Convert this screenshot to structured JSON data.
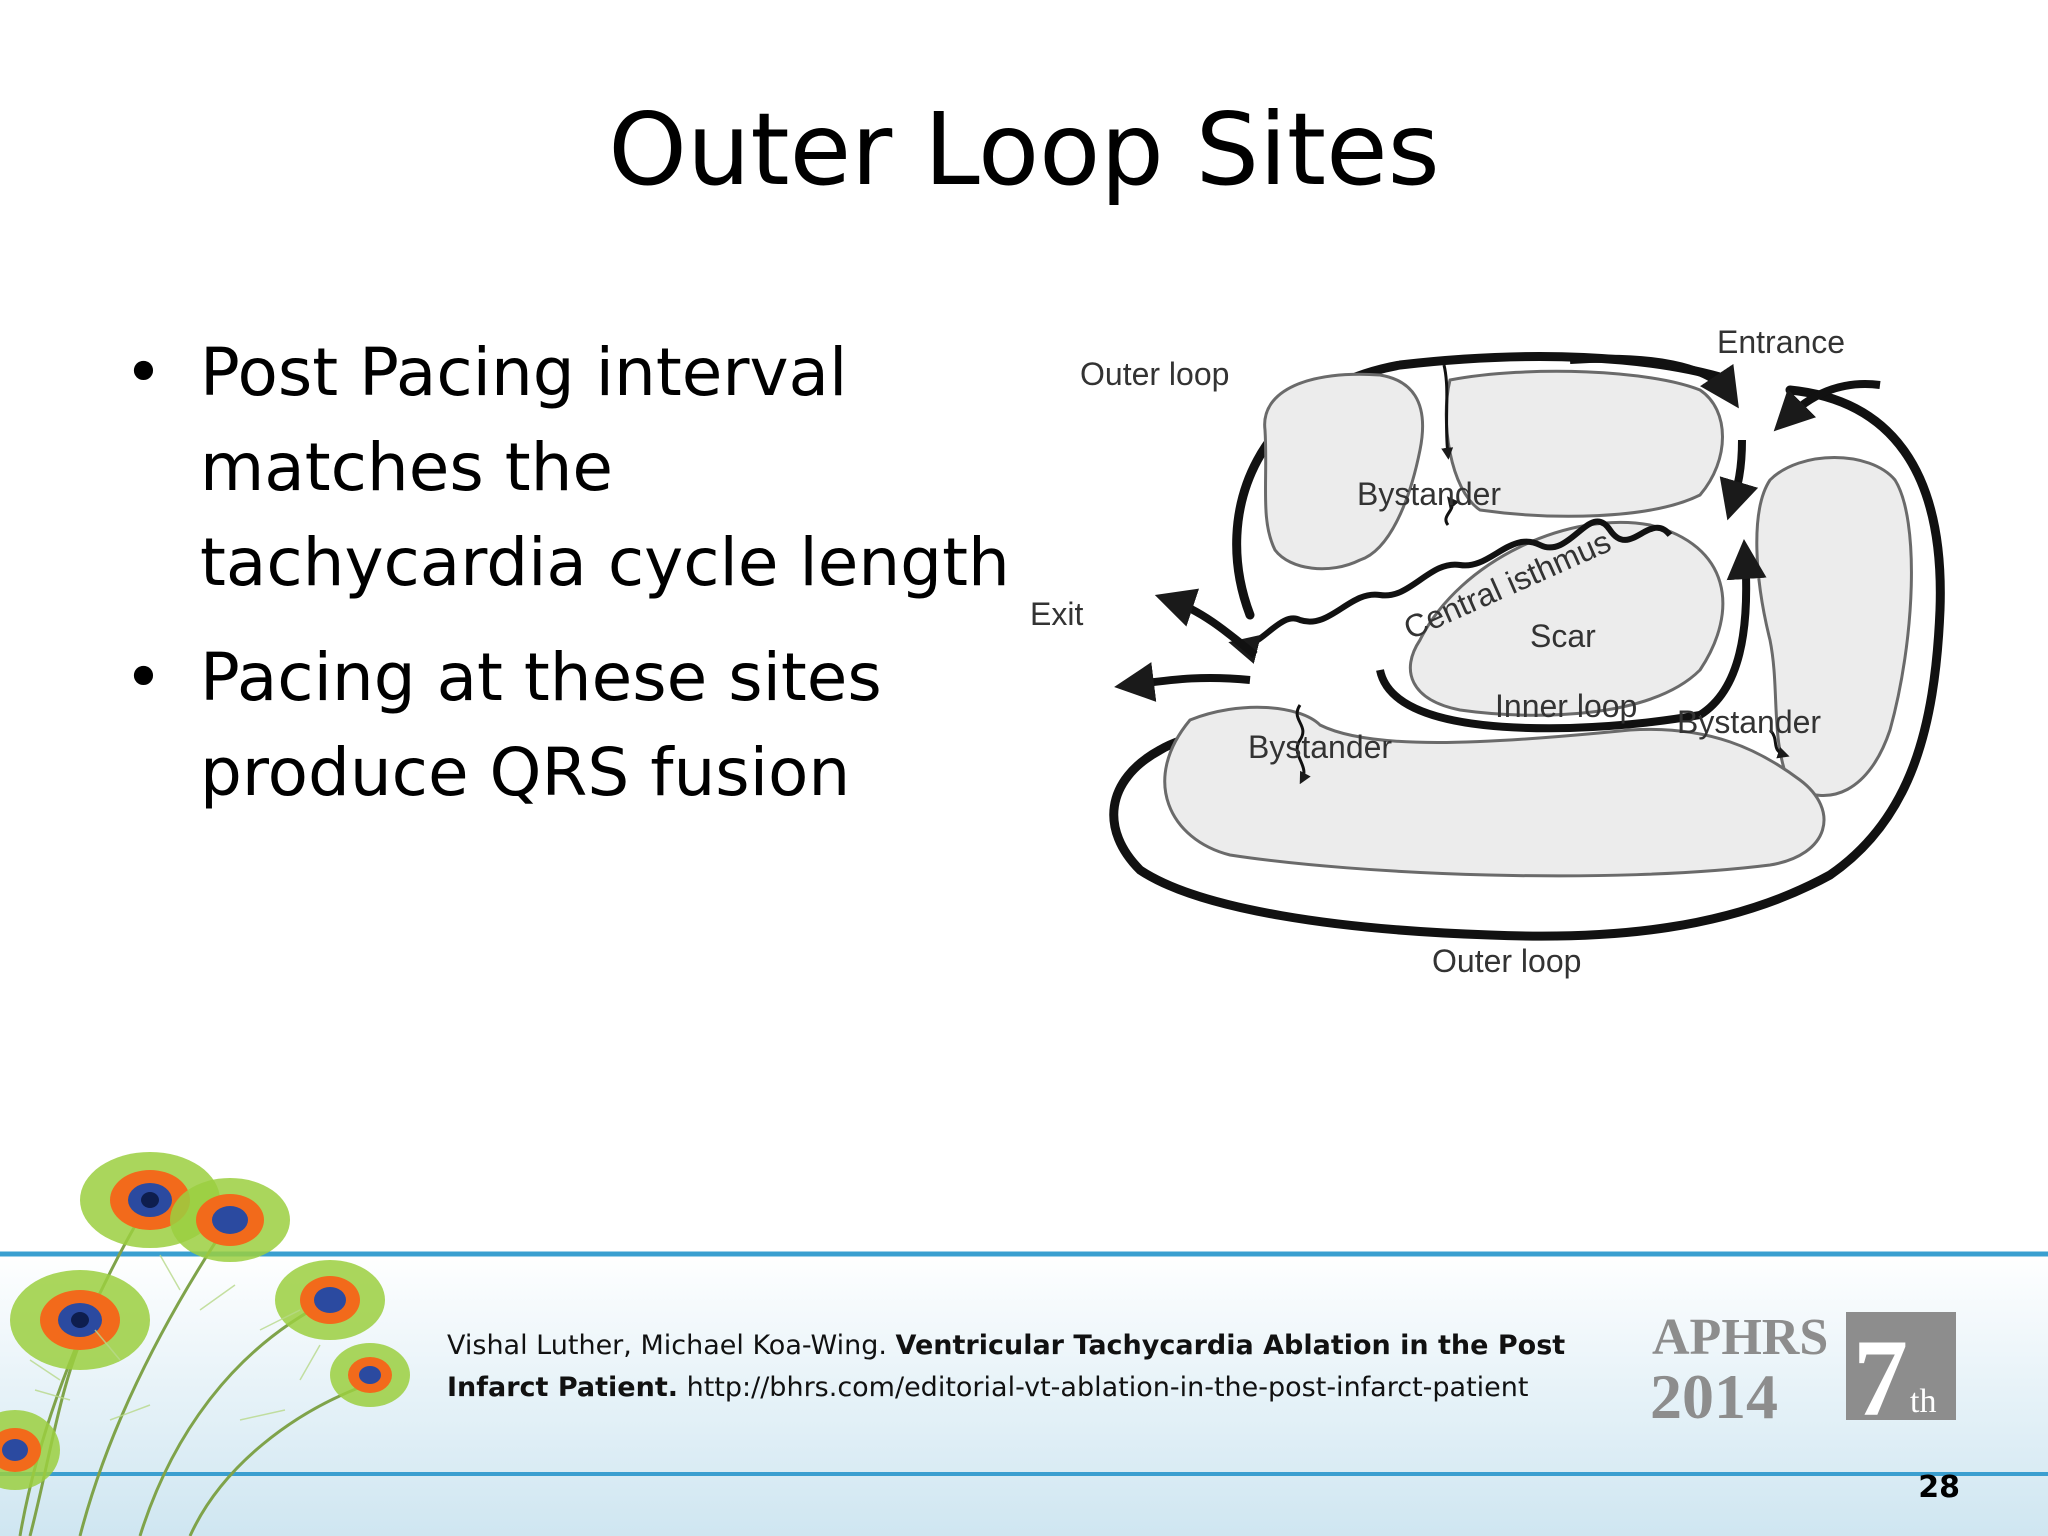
{
  "slide": {
    "title": "Outer Loop Sites",
    "bullets": [
      "Post Pacing interval matches the tachycardia cycle length",
      "Pacing at these sites produce QRS fusion"
    ],
    "bullet_glyph": "•",
    "page_number": "28"
  },
  "diagram": {
    "labels": {
      "outer_loop_top": "Outer loop",
      "entrance": "Entrance",
      "bystander_top": "Bystander",
      "central_isthmus": "Central isthmus",
      "exit": "Exit",
      "scar": "Scar",
      "inner_loop": "Inner loop",
      "bystander_left": "Bystander",
      "bystander_right": "Bystander",
      "outer_loop_bottom": "Outer loop"
    }
  },
  "citation": {
    "authors": "Vishal Luther, Michael Koa-Wing. ",
    "title": "Ventricular Tachycardia Ablation in the Post Infarct Patient.",
    "url": " http://bhrs.com/editorial-vt-ablation-in-the-post-infarct-patient"
  },
  "logo": {
    "line1": "APHRS",
    "line2": "2014",
    "edition_number": "7",
    "edition_suffix": "th"
  },
  "colors": {
    "band_blue": "#3a9fd0",
    "band_light": "#d8ecf5",
    "scar_fill": "#ececec",
    "logo_gray": "#8d8d8d"
  }
}
